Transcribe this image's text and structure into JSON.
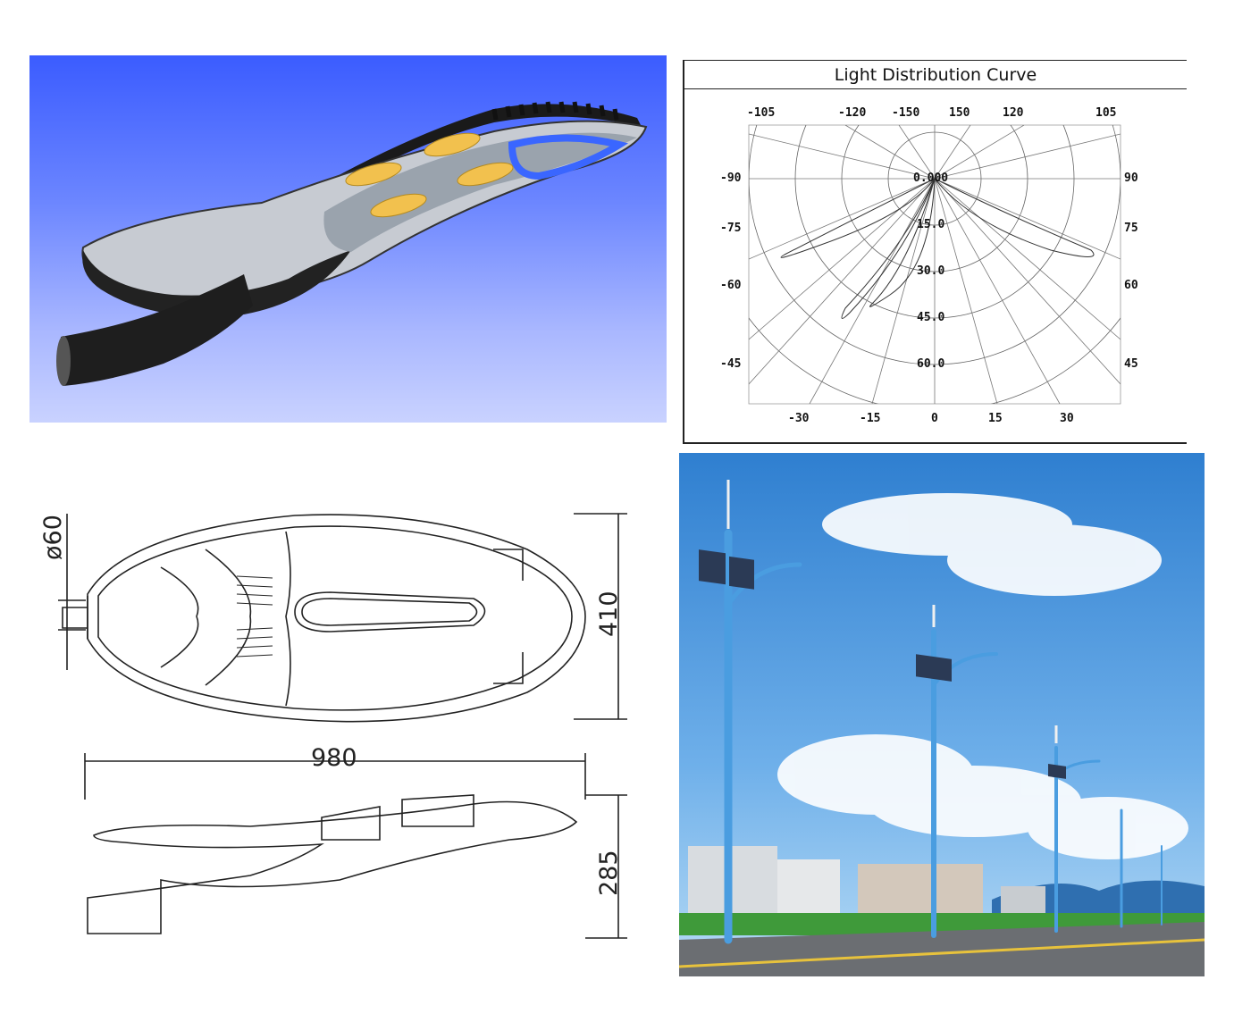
{
  "light_distribution": {
    "title": "Light Distribution Curve",
    "top_labels": [
      "-105",
      "-120",
      "-150",
      "150",
      "120",
      "105"
    ],
    "left_labels": [
      "-90",
      "-75",
      "-60",
      "-45"
    ],
    "right_labels": [
      "90",
      "75",
      "60",
      "45"
    ],
    "bottom_labels": [
      "-30",
      "-15",
      "0",
      "15",
      "30"
    ],
    "ring_labels": [
      "0.000",
      "15.0",
      "30.0",
      "45.0",
      "60.0"
    ]
  },
  "dimensions": {
    "diameter": "ø60",
    "height": "410",
    "length": "980",
    "side_height": "285"
  },
  "colors": {
    "render_bg_top": "#3b5cff",
    "render_bg_bottom": "#c9d2ff",
    "pole_blue": "#4a9de0",
    "sky": "#3f8fd8"
  }
}
